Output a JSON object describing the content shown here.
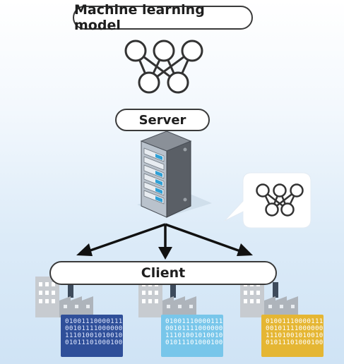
{
  "labels": {
    "model": "Machine learning model",
    "server": "Server",
    "client": "Client"
  },
  "icons": {
    "model": "neural-network-icon",
    "server": "server-rack-icon",
    "client": "factory-icon"
  },
  "colors": {
    "background_top": "#ffffff",
    "background_bottom": "#cfe3f5",
    "client_data_1": "#2f4f99",
    "client_data_2": "#78c6ea",
    "client_data_3": "#e5b633"
  },
  "client_data": {
    "lines": [
      "01001110000111",
      "00101111000000",
      "11101001010010",
      "01011101000100"
    ]
  }
}
